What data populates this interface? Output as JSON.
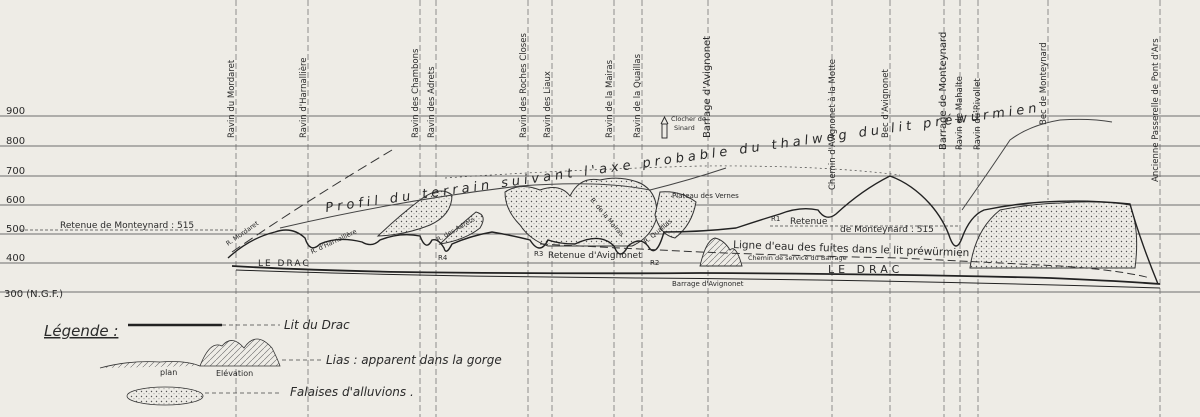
{
  "title_profile": "Profil du terrain suivant l'axe probable du thalweg du lit préwürmien",
  "elevation_labels": [
    "300 (N.G.F.)",
    "400",
    "500",
    "600",
    "700",
    "800",
    "900"
  ],
  "vertical_labels": [
    "Ravin du Mordaret",
    "Ravin d'Harnallière",
    "Ravin des Chambons",
    "Ravin des Adrets",
    "Ravin des Roches Closes",
    "Ravin des Liaux",
    "Ravin de la Mairas",
    "Ravin de la Quaillas",
    "Barrage d'Avignonet",
    "Chemin d'Avignonet à la Motte",
    "Bec d'Avignonet",
    "Barrage de Monteynard",
    "Ravin de Mahalte",
    "Ravin du Rivollet",
    "Bec de Monteynard",
    "Ancienne Passerelle de Pont d'Ars"
  ],
  "labels": {
    "retenue_left": "Retenue de Monteynard : 515",
    "retenue_right_a": "Retenue",
    "retenue_right_b": "de  Monteynard : 515",
    "retenue_avignonet": "Retenue d'Avignonet",
    "ligne_eau": "Ligne d'eau des fuites dans le lit préwürmien",
    "le_drac_left": "LE DRAC",
    "le_drac_right": "LE  DRAC",
    "plateau": "Plateau des Vernes",
    "chemin_service": "Chemin de service du Barrage",
    "barrage_avignonet": "Barrage d'Avignonet",
    "clocher_1": "Clocher de",
    "clocher_2": "Sinard",
    "r1": "R1",
    "r2": "R2",
    "r3": "R3",
    "r4": "R4",
    "r_mordaret": "R. Mordaret",
    "r_harnalliere": "R. d'Harnallière",
    "r_chambons": "R. des Adrets",
    "r_mairas": "R. de la Mairas",
    "r_quaillas": "R. Quaillas"
  },
  "legend": {
    "title": "Légende :",
    "item_drac": "Lit du Drac",
    "item_lias": "Lias : apparent dans la gorge",
    "item_alluvions": "Falaises d'alluvions .",
    "plan": "plan",
    "elevation": "Elévation"
  },
  "colors": {
    "ink": "#2a2a2a",
    "paper": "#eeece6"
  }
}
